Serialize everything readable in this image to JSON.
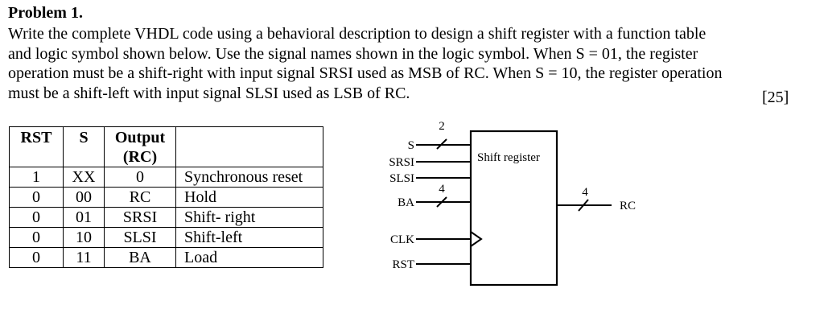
{
  "problem": {
    "title": "Problem 1.",
    "lines": [
      "Write the complete VHDL code using a behavioral description to design a shift register with a function table",
      "and logic symbol shown below. Use the signal names shown in the logic symbol. When S = 01, the register",
      "operation must be a shift-right with input signal SRSI used as MSB of RC. When S = 10, the register operation",
      "must be a shift-left with input signal SLSI used as LSB of RC."
    ],
    "marks": "[25]"
  },
  "function_table": {
    "headers": [
      "RST",
      "S",
      "Output (RC)",
      ""
    ],
    "header_output_line1": "Output",
    "header_output_line2": "(RC)",
    "rows": [
      {
        "rst": "1",
        "s": "XX",
        "output": "0",
        "description": "Synchronous reset"
      },
      {
        "rst": "0",
        "s": "00",
        "output": "RC",
        "description": "Hold"
      },
      {
        "rst": "0",
        "s": "01",
        "output": "SRSI",
        "description": "Shift- right"
      },
      {
        "rst": "0",
        "s": "10",
        "output": "SLSI",
        "description": "Shift-left"
      },
      {
        "rst": "0",
        "s": "11",
        "output": "BA",
        "description": "Load"
      }
    ]
  },
  "logic_symbol": {
    "block_label": "Shift register",
    "inputs": [
      {
        "name": "S",
        "bus_width": "2"
      },
      {
        "name": "SRSI"
      },
      {
        "name": "SLSI"
      },
      {
        "name": "BA",
        "bus_width": "4"
      },
      {
        "name": "CLK",
        "clock": true
      },
      {
        "name": "RST"
      }
    ],
    "output": {
      "name": "RC",
      "bus_width": "4"
    }
  }
}
